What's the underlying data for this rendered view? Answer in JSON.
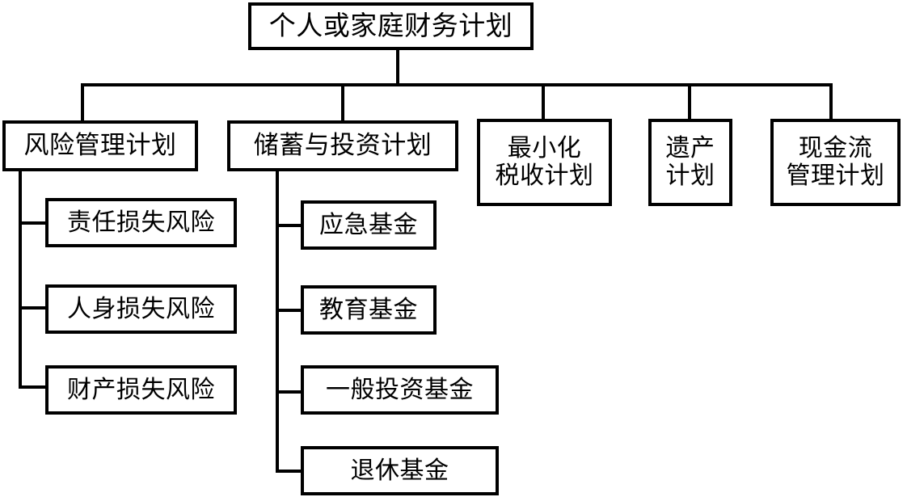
{
  "diagram": {
    "title_text": "个人或家庭财务计划",
    "type": "organizational-tree",
    "orientation": "top-down",
    "line_color": "#000000",
    "box_fill": "#ffffff",
    "text_color": "#000000",
    "root": {
      "label": "个人或家庭财务计划"
    },
    "level2": [
      {
        "id": "risk",
        "label": "风险管理计划",
        "lines": [
          "风险管理计划"
        ]
      },
      {
        "id": "savings",
        "label": "储蓄与投资计划",
        "lines": [
          "储蓄与投资计划"
        ]
      },
      {
        "id": "tax",
        "label": "最小化税收计划",
        "lines": [
          "最小化",
          "税收计划"
        ]
      },
      {
        "id": "estate",
        "label": "遗产计划",
        "lines": [
          "遗产",
          "计划"
        ]
      },
      {
        "id": "cash",
        "label": "现金流管理计划",
        "lines": [
          "现金流",
          "管理计划"
        ]
      }
    ],
    "risk_children": [
      {
        "label": "责任损失风险"
      },
      {
        "label": "人身损失风险"
      },
      {
        "label": "财产损失风险"
      }
    ],
    "savings_children": [
      {
        "label": "应急基金"
      },
      {
        "label": "教育基金"
      },
      {
        "label": "一般投资基金"
      },
      {
        "label": "退休基金"
      }
    ]
  }
}
